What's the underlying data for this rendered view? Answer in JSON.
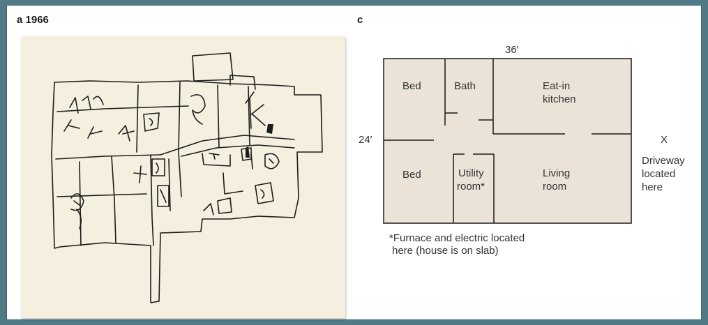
{
  "panel_a": {
    "label": "a",
    "year": "1966"
  },
  "panel_c": {
    "label": "c"
  },
  "floorplan": {
    "width_dim": "36′",
    "height_dim": "24′",
    "rooms": {
      "bed_top": "Bed",
      "bath": "Bath",
      "kitchen_line1": "Eat-in",
      "kitchen_line2": "kitchen",
      "bed_bottom": "Bed",
      "utility_line1": "Utility",
      "utility_line2": "room*",
      "living_line1": "Living",
      "living_line2": "room"
    },
    "driveway": {
      "marker": "X",
      "line1": "Driveway",
      "line2": "located",
      "line3": "here"
    },
    "footnote_line1": "*Furnace and electric located",
    "footnote_line2": "here (house is on slab)"
  },
  "colors": {
    "room_fill": "#ebe3d8",
    "paper": "#f4efdf",
    "border": "#4f7a86"
  }
}
